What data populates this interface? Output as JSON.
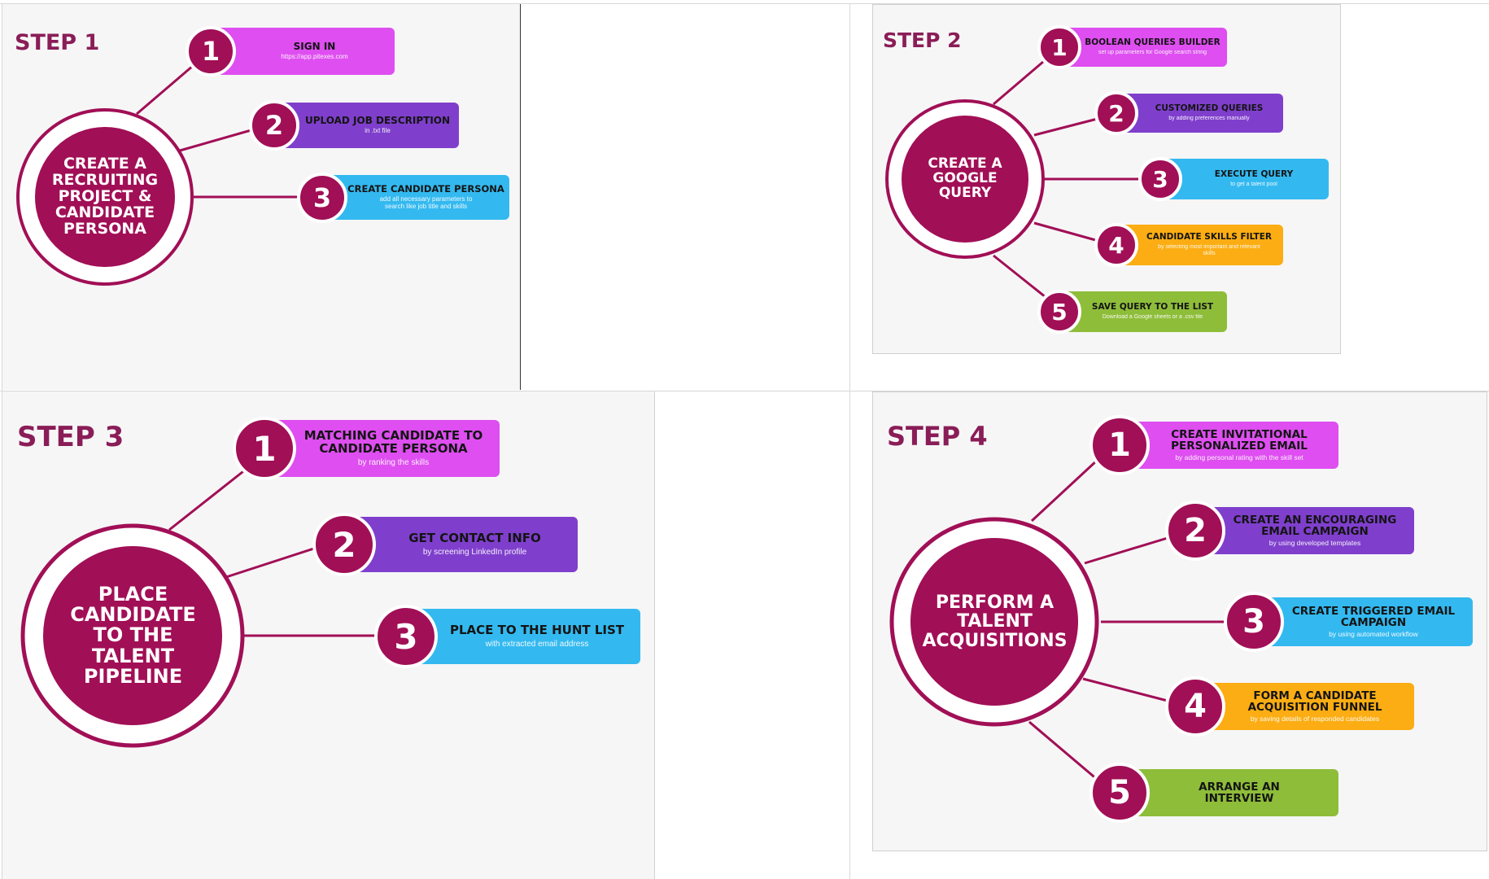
{
  "colors": {
    "primary": "#a10f56",
    "title": "#8a1d57",
    "magenta": "#de4ef0",
    "purple": "#7f3fcc",
    "blue": "#33b9f0",
    "orange": "#fbad13",
    "green": "#8ebd3a"
  },
  "step1": {
    "title": "STEP 1",
    "center": "CREATE A RECRUITING PROJECT & CANDIDATE PERSONA",
    "items": [
      {
        "num": "1",
        "title": "SIGN IN",
        "sub": "https://app.pitexes.com",
        "color": "magenta"
      },
      {
        "num": "2",
        "title": "UPLOAD JOB DESCRIPTION",
        "sub": "in .txt file",
        "color": "purple"
      },
      {
        "num": "3",
        "title": "CREATE CANDIDATE PERSONA",
        "sub": "add all necessary parameters to search like job title and skills",
        "color": "blue"
      }
    ]
  },
  "step2": {
    "title": "STEP 2",
    "center": "CREATE A GOOGLE QUERY",
    "items": [
      {
        "num": "1",
        "title": "BOOLEAN QUERIES BUILDER",
        "sub": "set up parameters for Google search string",
        "color": "magenta"
      },
      {
        "num": "2",
        "title": "CUSTOMIZED QUERIES",
        "sub": "by adding preferences manually",
        "color": "purple"
      },
      {
        "num": "3",
        "title": "EXECUTE QUERY",
        "sub": "to get a talent pool",
        "color": "blue"
      },
      {
        "num": "4",
        "title": "CANDIDATE SKILLS FILTER",
        "sub": "by selecting most important and relevant skills",
        "color": "orange"
      },
      {
        "num": "5",
        "title": "SAVE QUERY TO THE LIST",
        "sub": "Download a Google sheets or a .csv file",
        "color": "green"
      }
    ]
  },
  "step3": {
    "title": "STEP 3",
    "center": "PLACE CANDIDATE TO THE TALENT PIPELINE",
    "items": [
      {
        "num": "1",
        "title": "MATCHING CANDIDATE TO CANDIDATE PERSONA",
        "sub": "by ranking the skills",
        "color": "magenta"
      },
      {
        "num": "2",
        "title": "GET CONTACT INFO",
        "sub": "by screening LinkedIn profile",
        "color": "purple"
      },
      {
        "num": "3",
        "title": "PLACE TO THE HUNT LIST",
        "sub": "with extracted email address",
        "color": "blue"
      }
    ]
  },
  "step4": {
    "title": "STEP 4",
    "center": "PERFORM A TALENT ACQUISITIONS",
    "items": [
      {
        "num": "1",
        "title": "CREATE INVITATIONAL PERSONALIZED EMAIL",
        "sub": "by adding personal rating with the skill set",
        "color": "magenta"
      },
      {
        "num": "2",
        "title": "CREATE AN ENCOURAGING EMAIL CAMPAIGN",
        "sub": "by using developed templates",
        "color": "purple"
      },
      {
        "num": "3",
        "title": "CREATE TRIGGERED EMAIL CAMPAIGN",
        "sub": "by using automated workflow",
        "color": "blue"
      },
      {
        "num": "4",
        "title": "FORM A CANDIDATE ACQUISITION FUNNEL",
        "sub": "by saving details of responded candidates",
        "color": "orange"
      },
      {
        "num": "5",
        "title": "ARRANGE AN INTERVIEW",
        "sub": "",
        "color": "green"
      }
    ]
  }
}
